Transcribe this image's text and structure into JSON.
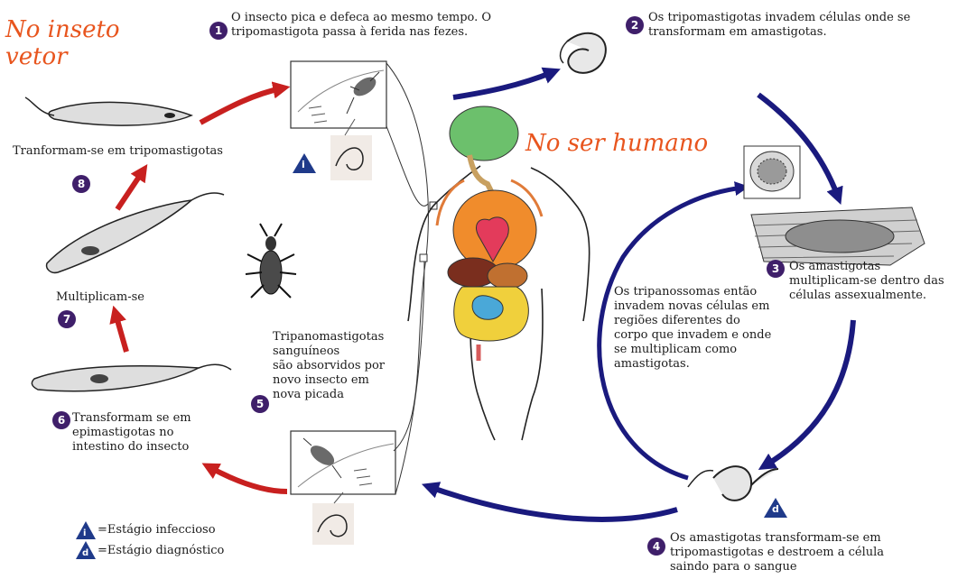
{
  "colors": {
    "vector_arrow": "#c8201f",
    "human_arrow": "#1a1a7e",
    "region_label": "#e8551e",
    "stage_badge": "#3f1f6a",
    "marker_badge": "#1f3a8a"
  },
  "regions": {
    "vector": "No inseto\nvetor",
    "human": "No ser humano"
  },
  "stages": [
    {
      "number": "1",
      "text": "O insecto pica e defeca ao mesmo tempo. O\ntripomastigota passa à ferida nas fezes."
    },
    {
      "number": "2",
      "text": "Os tripomastigotas invadem células onde se\ntransformam em amastigotas."
    },
    {
      "number": "3",
      "text": "Os amastigotas\nmultiplicam-se  dentro das\ncélulas assexualmente."
    },
    {
      "number": "4",
      "text": "Os amastigotas transformam-se em\ntripomastigotas e destroem a célula\nsaindo para o sangue"
    },
    {
      "number": "5",
      "text": "Tripanomastigotas\nsanguíneos\nsão absorvidos por\nnovo insecto em\nnova picada"
    },
    {
      "number": "6",
      "text": "Transformam se em\nepimastigotas no\nintestino do insecto"
    },
    {
      "number": "7",
      "text": "Multiplicam-se"
    },
    {
      "number": "8",
      "text": "Tranformam-se em tripomastigotas"
    }
  ],
  "center_note": "Os tripanossomas então\ninvadem novas células em\nregiões diferentes do\ncorpo que invadem e onde\nse multiplicam como\namastigotas.",
  "markers": {
    "infective_letter": "i",
    "diagnostic_letter": "d"
  },
  "legend": [
    {
      "letter": "i",
      "label": "=Estágio infeccioso"
    },
    {
      "letter": "d",
      "label": "=Estágio diagnóstico"
    }
  ]
}
